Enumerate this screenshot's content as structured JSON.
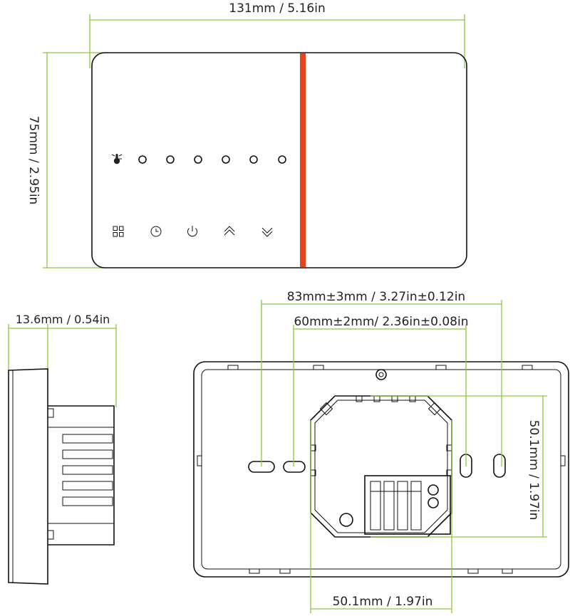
{
  "dimensions": {
    "front_width": "131mm / 5.16in",
    "front_height": "75mm / 2.95in",
    "side_depth": "13.6mm / 0.54in",
    "rear_mount_outer": "83mm±3mm / 3.27in±0.12in",
    "rear_mount_inner": "60mm±2mm/ 2.36in±0.08in",
    "rear_box_height": "50.1mm / 1.97in",
    "rear_box_width": "50.1mm / 1.97in"
  },
  "icons": {
    "front_indicator": "thermometer-icon",
    "buttons": [
      "menu-grid-icon",
      "clock-icon",
      "power-icon",
      "chevron-up-icon",
      "chevron-down-icon"
    ]
  },
  "colors": {
    "dimension_line": "#8dc63f",
    "accent_bar": "#e8451c",
    "outline": "#111111"
  }
}
